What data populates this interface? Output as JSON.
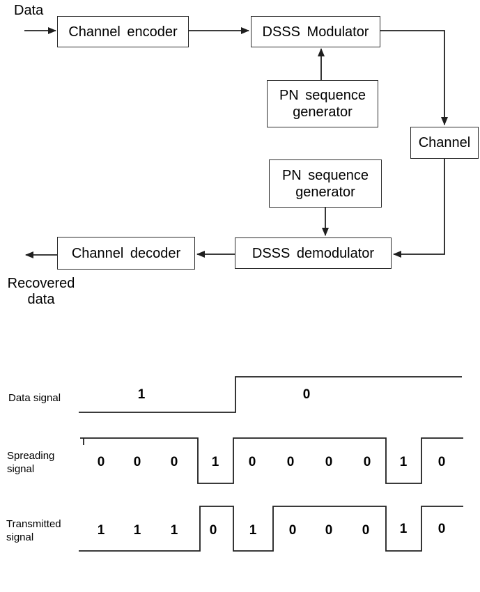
{
  "io_labels": {
    "input": "Data",
    "output_line1": "Recovered",
    "output_line2": "data"
  },
  "blocks": {
    "channel_encoder": {
      "label": "Channel encoder"
    },
    "dsss_modulator": {
      "label": "DSSS Modulator"
    },
    "pn_generator_top": {
      "line1": "PN sequence",
      "line2": "generator"
    },
    "channel": {
      "label": "Channel"
    },
    "pn_generator_bottom": {
      "line1": "PN sequence",
      "line2": "generator"
    },
    "dsss_demodulator": {
      "label": "DSSS demodulator"
    },
    "channel_decoder": {
      "label": "Channel decoder"
    }
  },
  "waveforms": {
    "data_signal": {
      "label": "Data signal",
      "bits": [
        "1",
        "0"
      ]
    },
    "spreading_signal": {
      "label_line1": "Spreading",
      "label_line2": "signal",
      "chips": [
        "0",
        "0",
        "0",
        "1",
        "0",
        "0",
        "0",
        "0",
        "1",
        "0"
      ]
    },
    "transmitted_signal": {
      "label_line1": "Transmitted",
      "label_line2": "signal",
      "chips": [
        "1",
        "1",
        "1",
        "0",
        "1",
        "0",
        "0",
        "0",
        "1",
        "0"
      ]
    }
  },
  "colors": {
    "line": "#1f1f1f",
    "text": "#000000",
    "background": "#ffffff"
  }
}
